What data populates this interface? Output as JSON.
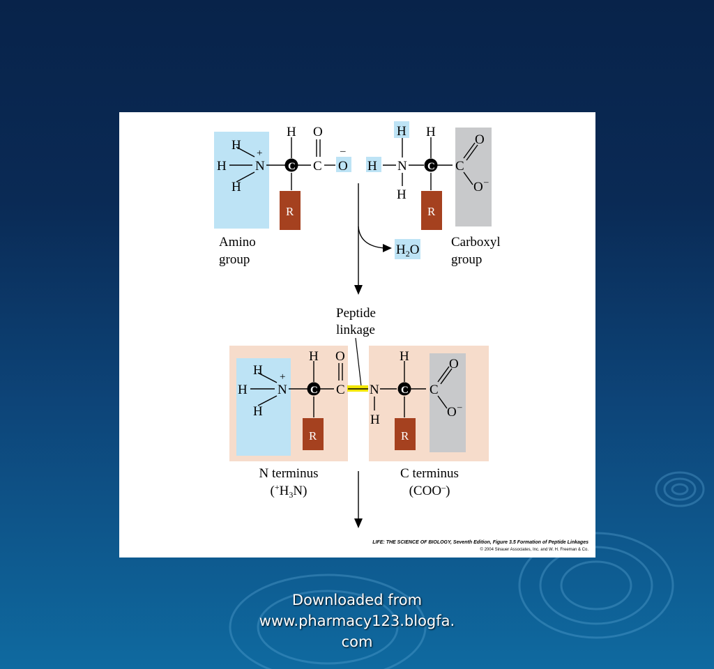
{
  "slide": {
    "footer_lines": [
      "Downloaded from",
      "www.pharmacy123.blogfa.",
      "com"
    ]
  },
  "colors": {
    "amino_blue": "#bde3f5",
    "r_group": "#a5411f",
    "carboxyl_gray": "#c8c9cb",
    "terminus_peach": "#f6dccb",
    "peptide_bond": "#f2e600"
  },
  "figure": {
    "atoms": {
      "H": "H",
      "N": "N",
      "C": "C",
      "O": "O",
      "R": "R",
      "plus": "+",
      "minus": "–",
      "minus_sup": "–"
    },
    "top": {
      "amino_label_1": "Amino",
      "amino_label_2": "group",
      "carboxyl_label_1": "Carboxyl",
      "carboxyl_label_2": "group",
      "water": "H",
      "water_sub": "2",
      "water_o": "O"
    },
    "peptide_label_1": "Peptide",
    "peptide_label_2": "linkage",
    "bottom": {
      "n_terminus_label": "N terminus",
      "n_terminus_formula_open": "(",
      "n_terminus_formula_plus": "+",
      "n_terminus_formula_h": "H",
      "n_terminus_formula_sub": "3",
      "n_terminus_formula_rest": "N)",
      "c_terminus_label": "C terminus",
      "c_terminus_formula": "(COO",
      "c_terminus_formula_sup": "–",
      "c_terminus_formula_close": ")"
    },
    "credit_line_1": "LIFE: THE SCIENCE OF BIOLOGY, Seventh Edition, Figure 3.5 Formation of Peptide Linkages",
    "credit_line_2": "© 2004 Sinauer Associates, Inc. and W. H. Freeman & Co."
  }
}
